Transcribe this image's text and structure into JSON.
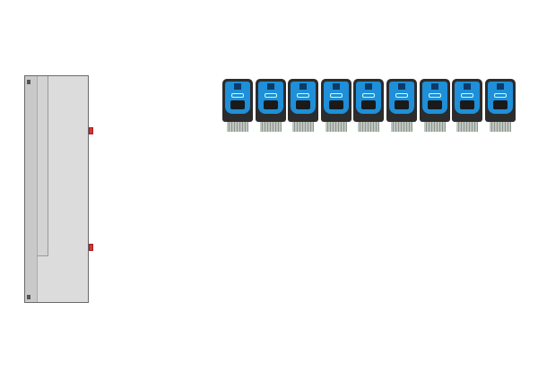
{
  "scene": {
    "cabinet": {
      "panel_count": 1,
      "red_tabs": 2
    },
    "connectors": {
      "count": 9,
      "colors": {
        "housing": "#2c2c2c",
        "accent": "#1e8fd8"
      }
    }
  }
}
